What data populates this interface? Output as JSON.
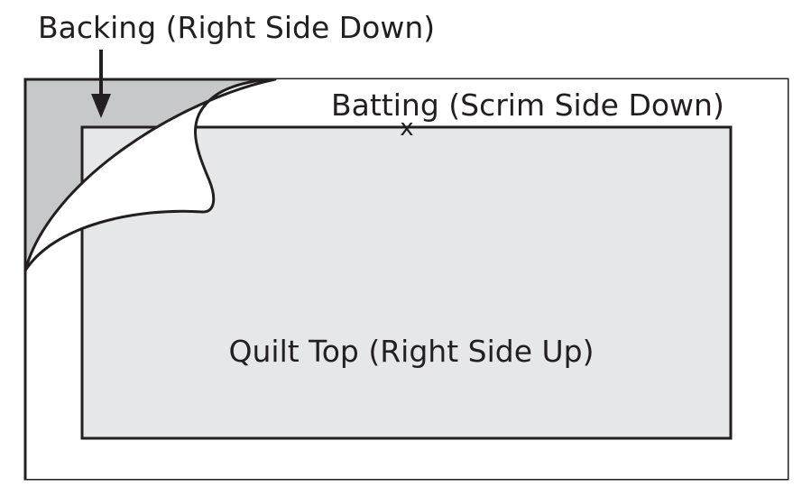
{
  "labels": {
    "backing": "Backing (Right Side Down)",
    "batting": "Batting (Scrim Side Down)",
    "quilt_top": "Quilt Top (Right Side Up)"
  },
  "colors": {
    "stroke": "#231f20",
    "backing_fill": "#c6c8ca",
    "quilt_top_fill": "#e6e7e8",
    "batting_fill": "#ffffff"
  },
  "marks": {
    "center": "x"
  }
}
